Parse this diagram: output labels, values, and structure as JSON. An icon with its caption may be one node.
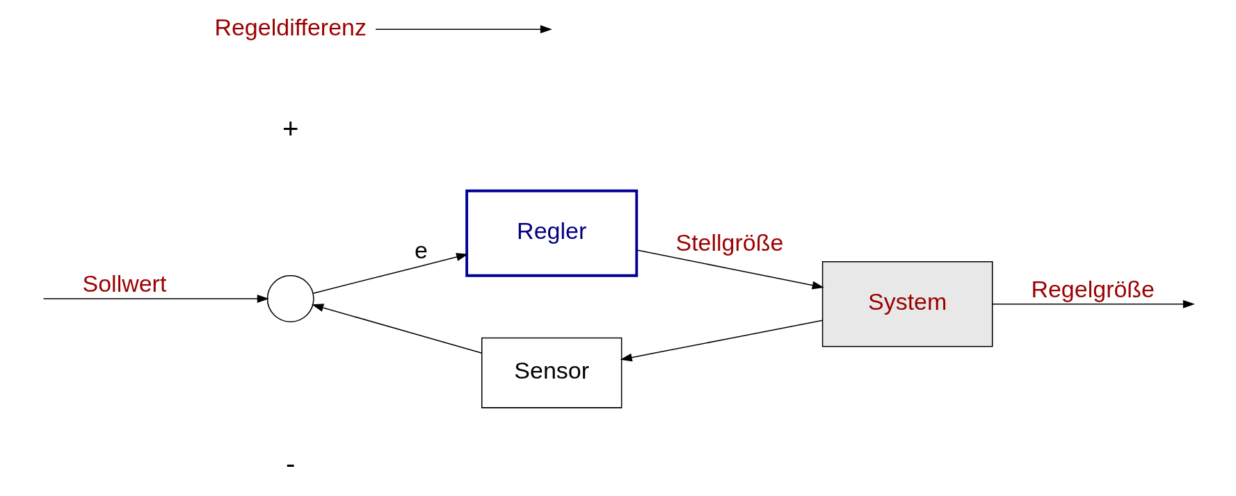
{
  "diagram": {
    "nodes": [
      {
        "text": [],
        "shape": "circle"
      },
      {
        "text": [
          "Regler"
        ]
      },
      {
        "text": [
          "System"
        ]
      },
      {
        "text": [
          "Sensor"
        ]
      },
      {
        "text": [
          "Regeldifferenz"
        ]
      }
    ],
    "edges": [
      {
        "from": null,
        "to": 0,
        "arrow": "to",
        "label": "Sollwert"
      },
      {
        "from": 0,
        "to": 1,
        "arrow": "to",
        "label": "e"
      },
      {
        "from": 1,
        "to": 2,
        "arrow": "to",
        "label": "Stellgröße"
      },
      {
        "from": 2,
        "to": null,
        "arrow": "to",
        "label": "Regelgröße"
      },
      {
        "from": 2,
        "to": 3,
        "arrow": "to"
      },
      {
        "from": 3,
        "to": 0,
        "arrow": "to"
      },
      {
        "from": 4,
        "to": null,
        "arrow": "to"
      }
    ],
    "labels": [
      "+",
      "-"
    ]
  }
}
